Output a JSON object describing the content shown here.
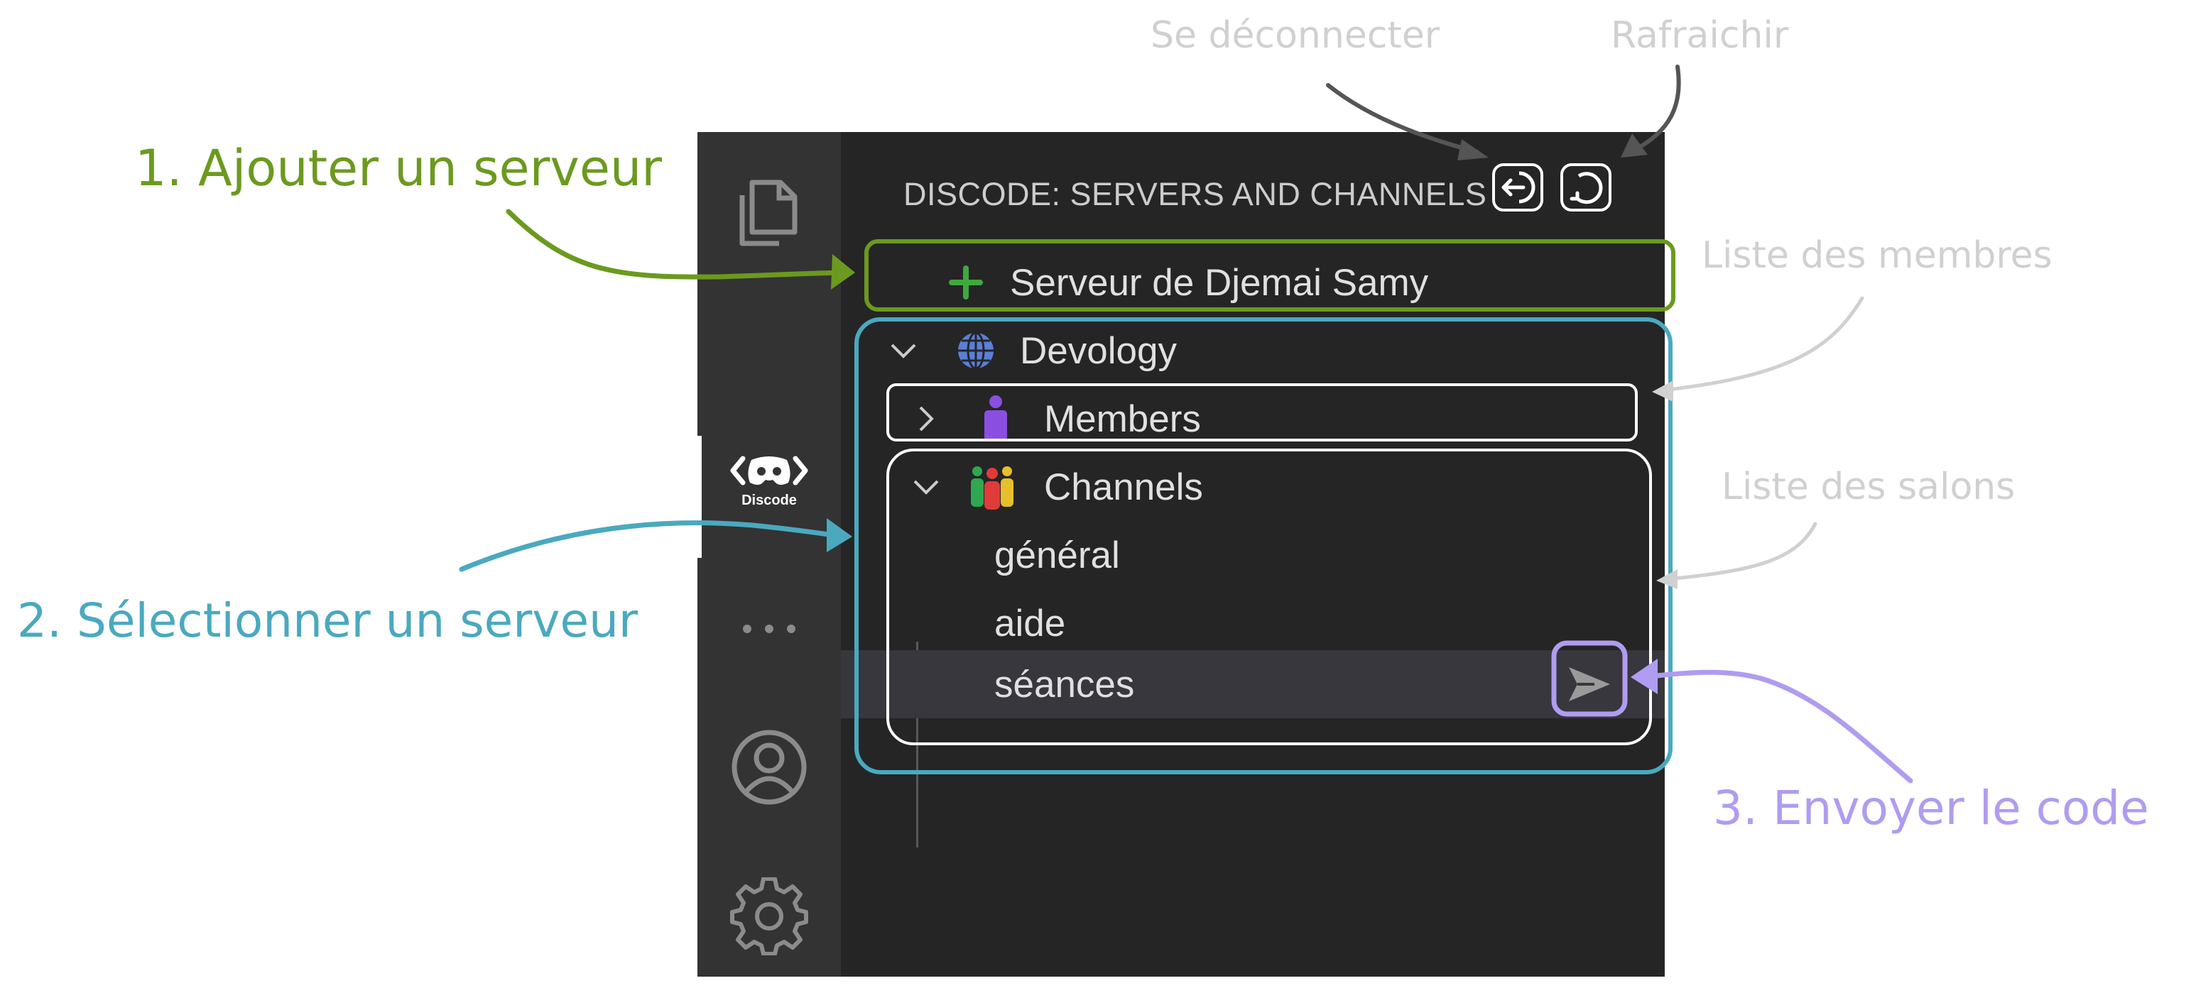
{
  "pane": {
    "title": "DISCODE: SERVERS AND CHANNELS",
    "actions": {
      "logout_icon": "sign-out-icon",
      "refresh_icon": "refresh-icon"
    }
  },
  "activity_bar": {
    "items": [
      {
        "icon": "files-icon"
      },
      {
        "icon": "discord-icon",
        "label": "Discode"
      },
      {
        "icon": "more-icon"
      },
      {
        "icon": "account-icon"
      },
      {
        "icon": "settings-gear-icon"
      }
    ]
  },
  "tree": {
    "add_server": "Serveur de Djemai Samy",
    "server": "Devology",
    "members": "Members",
    "channels": "Channels",
    "channel_items": [
      "général",
      "aide",
      "séances"
    ],
    "send_icon": "send-icon"
  },
  "annotations": {
    "logout": "Se déconnecter",
    "refresh": "Rafraichir",
    "add_server": "1. Ajouter un serveur",
    "select_server": "2. Sélectionner un serveur",
    "send_code": "3. Envoyer le code",
    "members_list": "Liste des membres",
    "channels_list": "Liste des salons"
  },
  "colors": {
    "green": "#6b9a1f",
    "teal": "#4aa9bf",
    "purple": "#b09cf0",
    "light_gray": "#d0d0d0",
    "activity_bar": "#333333",
    "sidebar": "#252526",
    "selection": "#37373d"
  }
}
